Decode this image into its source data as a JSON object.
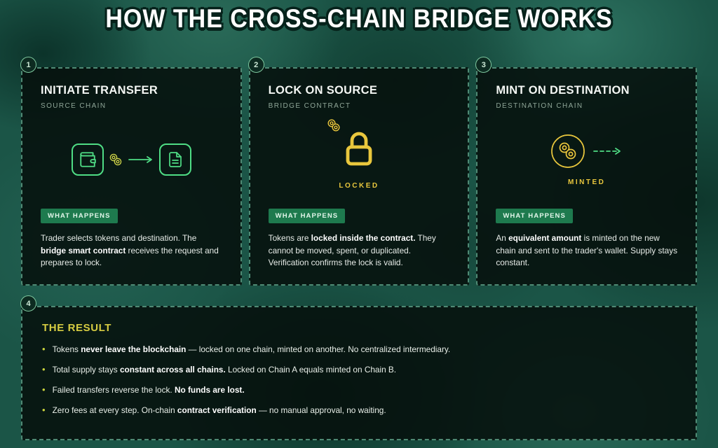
{
  "theme": {
    "accent_green": "#4fdd85",
    "accent_yellow": "#e9c73d",
    "result_yellow": "#d6cc42",
    "badge_green": "#1e7a4e",
    "border_dash": "#4f8a74",
    "bg_base": "#1b5547",
    "card_bg": "rgba(6,16,12,0.88)"
  },
  "header": {
    "title": "HOW THE CROSS-CHAIN BRIDGE WORKS"
  },
  "steps": [
    {
      "number": "1",
      "title": "INITIATE TRANSFER",
      "subtitle": "SOURCE CHAIN",
      "what_happens_label": "WHAT HAPPENS",
      "status_label": "",
      "icons": [
        "wallet-icon",
        "coins-icon",
        "arrow-right-icon",
        "document-icon"
      ],
      "description": [
        {
          "t": "Trader selects tokens and destination. The ",
          "b": false
        },
        {
          "t": "bridge smart contract",
          "b": true
        },
        {
          "t": " receives the request and prepares to lock.",
          "b": false
        }
      ]
    },
    {
      "number": "2",
      "title": "LOCK ON SOURCE",
      "subtitle": "BRIDGE CONTRACT",
      "what_happens_label": "WHAT HAPPENS",
      "status_label": "LOCKED",
      "icons": [
        "coins-icon",
        "padlock-icon"
      ],
      "description": [
        {
          "t": "Tokens are ",
          "b": false
        },
        {
          "t": "locked inside the contract.",
          "b": true
        },
        {
          "t": " They cannot be moved, spent, or duplicated. Verification confirms the lock is valid.",
          "b": false
        }
      ]
    },
    {
      "number": "3",
      "title": "MINT ON DESTINATION",
      "subtitle": "DESTINATION CHAIN",
      "what_happens_label": "WHAT HAPPENS",
      "status_label": "MINTED",
      "icons": [
        "coin-circle-icon",
        "dashed-arrow-right-icon"
      ],
      "description": [
        {
          "t": "An ",
          "b": false
        },
        {
          "t": "equivalent amount",
          "b": true
        },
        {
          "t": " is minted on the new chain and sent to the trader's wallet. Supply stays constant.",
          "b": false
        }
      ]
    }
  ],
  "result": {
    "number": "4",
    "title": "THE RESULT",
    "bullets": [
      [
        {
          "t": "Tokens ",
          "b": false
        },
        {
          "t": "never leave the blockchain",
          "b": true
        },
        {
          "t": " — locked on one chain, minted on another. No centralized intermediary.",
          "b": false
        }
      ],
      [
        {
          "t": "Total supply stays ",
          "b": false
        },
        {
          "t": "constant across all chains.",
          "b": true
        },
        {
          "t": " Locked on Chain A equals minted on Chain B.",
          "b": false
        }
      ],
      [
        {
          "t": "Failed transfers reverse the lock. ",
          "b": false
        },
        {
          "t": "No funds are lost.",
          "b": true
        }
      ],
      [
        {
          "t": "Zero fees at every step. On-chain ",
          "b": false
        },
        {
          "t": "contract verification",
          "b": true
        },
        {
          "t": " — no manual approval, no waiting.",
          "b": false
        }
      ]
    ]
  }
}
